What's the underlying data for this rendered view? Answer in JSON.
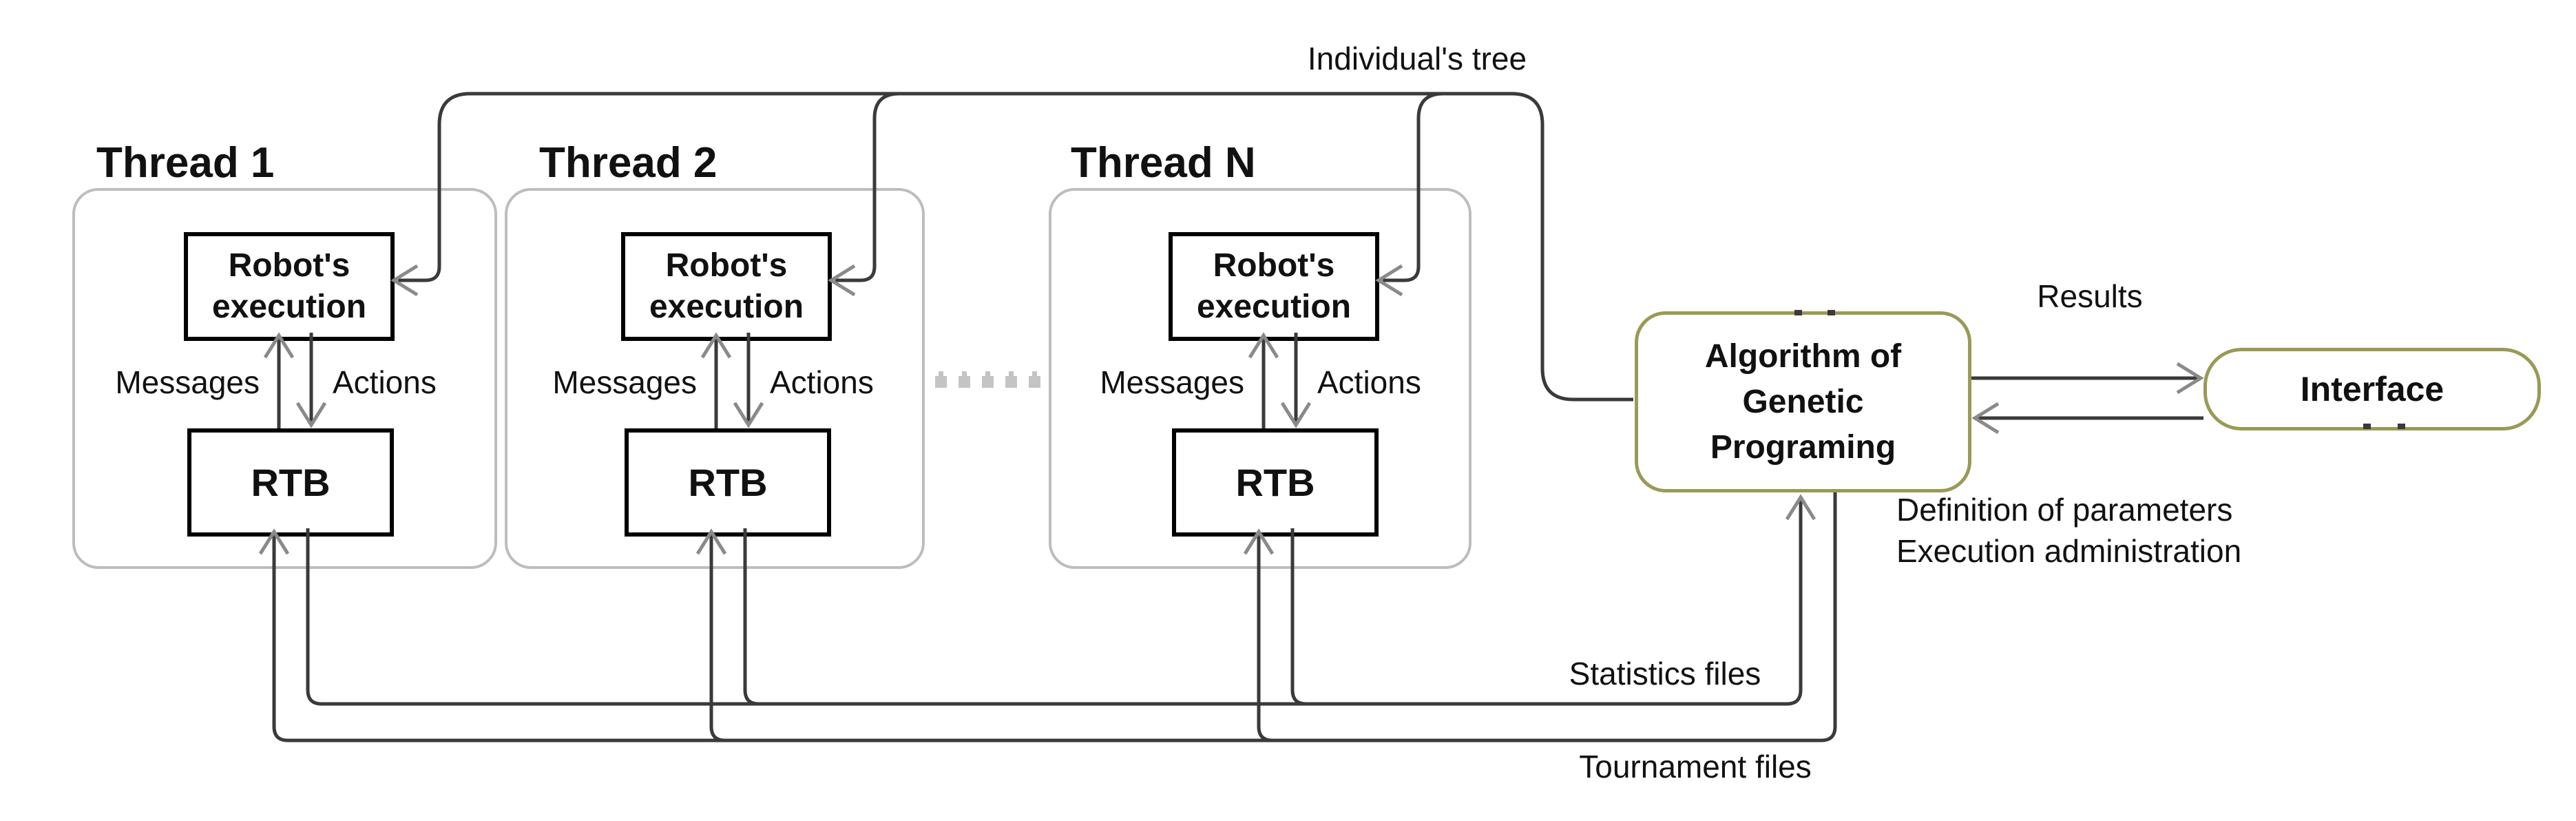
{
  "diagram": {
    "top_label": "Individual's tree",
    "threads": [
      {
        "label": "Thread 1",
        "robot_lines": [
          "Robot's",
          "execution"
        ],
        "rtb_label": "RTB",
        "messages_label": "Messages",
        "actions_label": "Actions"
      },
      {
        "label": "Thread 2",
        "robot_lines": [
          "Robot's",
          "execution"
        ],
        "rtb_label": "RTB",
        "messages_label": "Messages",
        "actions_label": "Actions"
      },
      {
        "label": "Thread N",
        "robot_lines": [
          "Robot's",
          "execution"
        ],
        "rtb_label": "RTB",
        "messages_label": "Messages",
        "actions_label": "Actions"
      }
    ],
    "algorithm_lines": [
      "Algorithm of",
      "Genetic",
      "Programing"
    ],
    "interface_label": "Interface",
    "results_label": "Results",
    "definition_lines": [
      "Definition of parameters",
      "Execution administration"
    ],
    "statistics_label": "Statistics files",
    "tournament_label": "Tournament files",
    "colors": {
      "accent_border": "#9a9a58",
      "connector_line": "#3a3a3a",
      "arrowhead": "#8a8a8a",
      "container_border": "#bdbdbd",
      "ellipsis_dot": "#c4c4c4",
      "text": "#111111",
      "background": "#ffffff"
    }
  }
}
